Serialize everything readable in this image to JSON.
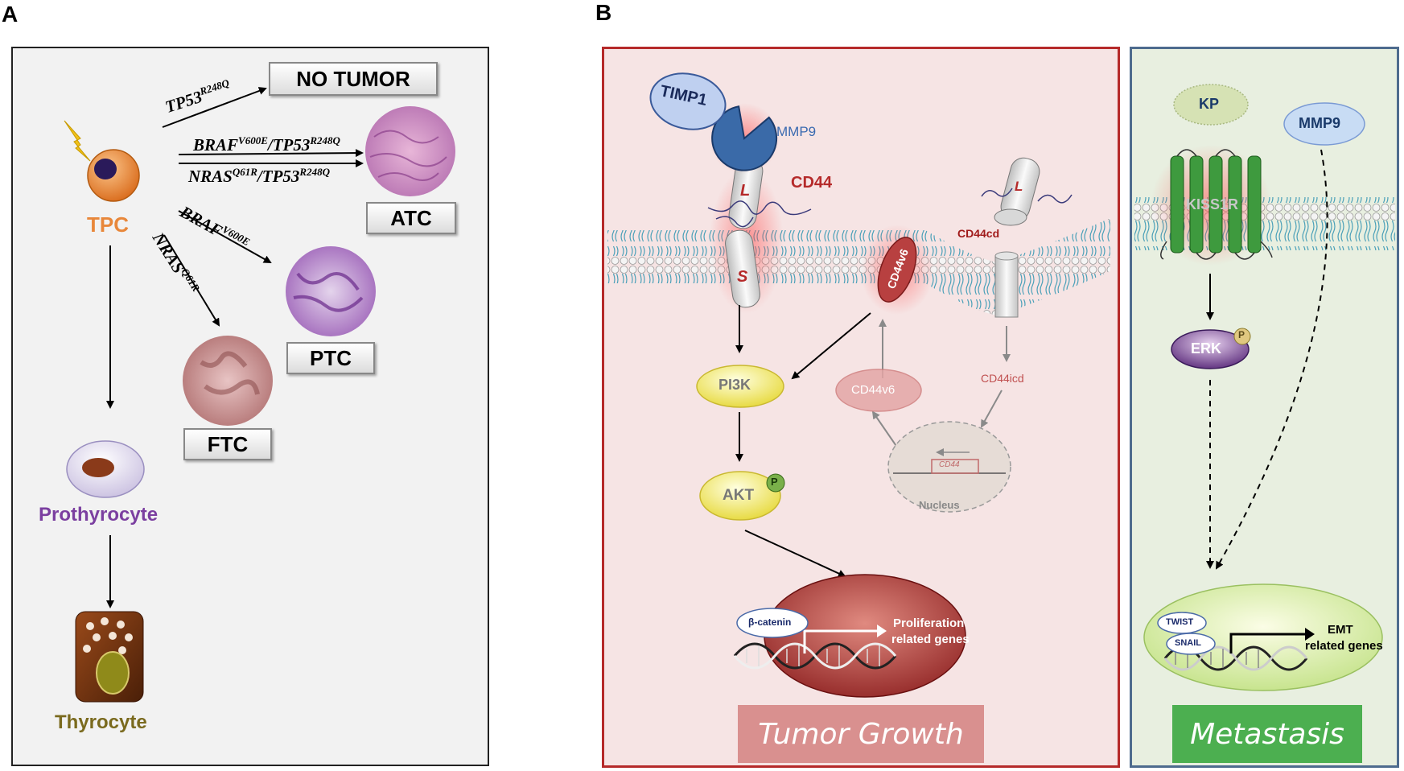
{
  "panels": {
    "a": "A",
    "b": "B"
  },
  "panel_a": {
    "cells": {
      "tpc": "TPC",
      "prothyrocyte": "Prothyrocyte",
      "thyrocyte": "Thyrocyte"
    },
    "mutations": {
      "tp53": {
        "gene": "TP53",
        "sup": "R248Q"
      },
      "braf_tp53": {
        "g1": "BRAF",
        "s1": "V600E",
        "sep": "/",
        "g2": "TP53",
        "s2": "R248Q"
      },
      "nras_tp53": {
        "g1": "NRAS",
        "s1": "Q61R",
        "sep": "/",
        "g2": "TP53",
        "s2": "R248Q"
      },
      "braf": {
        "gene": "BRAF",
        "sup": "V600E"
      },
      "nras": {
        "gene": "NRAS",
        "sup": "Q61R"
      }
    },
    "outcomes": {
      "no_tumor": "NO TUMOR",
      "atc": "ATC",
      "ptc": "PTC",
      "ftc": "FTC"
    }
  },
  "panel_b": {
    "tumor_growth": {
      "timp1": "TIMP1",
      "mmp9": "MMP9",
      "cd44": "CD44",
      "l": "L",
      "s": "S",
      "cd44v6": "CD44v6",
      "cd44cd": "CD44cd",
      "cd44icd": "CD44icd",
      "pi3k": "PI3K",
      "akt": "AKT",
      "p": "P",
      "cd44v6_free": "CD44v6",
      "gene_cd44": "CD44",
      "nucleus": "Nucleus",
      "beta_catenin": "β-catenin",
      "prolif_line1": "Proliferation",
      "prolif_line2": "related genes",
      "caption": "Tumor Growth"
    },
    "metastasis": {
      "kp": "KP",
      "mmp9": "MMP9",
      "kiss1r": "KISS1R",
      "erk": "ERK",
      "p": "P",
      "twist": "TWIST",
      "snail": "SNAIL",
      "emt_line1": "EMT",
      "emt_line2": "related genes",
      "caption": "Metastasis"
    }
  },
  "colors": {
    "tpc": "#e8873a",
    "prothyrocyte": "#7b3fa0",
    "thyrocyte": "#7a6a1e",
    "tumor_red": "#b52a2a",
    "metastasis_green": "#4caf50",
    "caption_pink": "#d9908f"
  }
}
